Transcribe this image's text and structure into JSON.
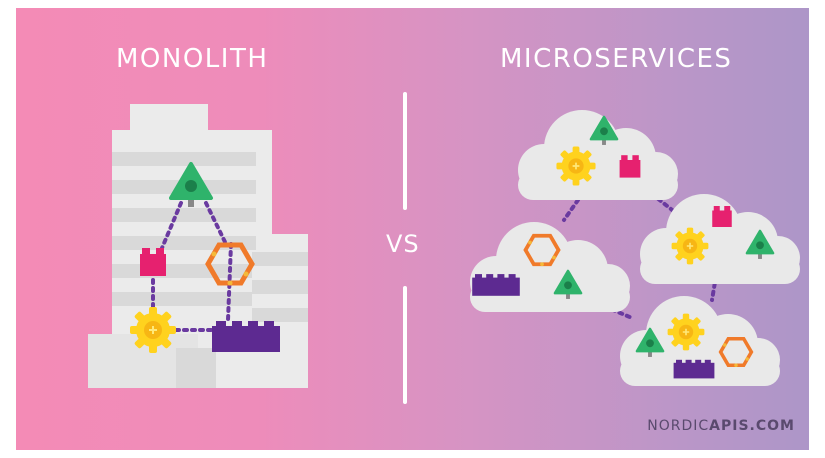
{
  "titles": {
    "left": "MONOLITH",
    "right": "MICROSERVICES",
    "vs": "VS"
  },
  "brand": {
    "part1": "NORDIC",
    "part2": "APIS.COM"
  },
  "colors": {
    "background_left": "#f48bb6",
    "background_right": "#ad96c8",
    "building": "#ebebeb",
    "cloud": "#e9e9e9",
    "tree_green": "#2fb36b",
    "gear_yellow": "#ffd21e",
    "hexagon_orange": "#f07a2a",
    "block_magenta": "#e6216f",
    "block_purple": "#5d2a91",
    "connector": "#6a3aa0"
  },
  "icons": [
    "tree-icon",
    "gear-icon",
    "hexagon-icon",
    "block-icon",
    "brick-icon"
  ]
}
